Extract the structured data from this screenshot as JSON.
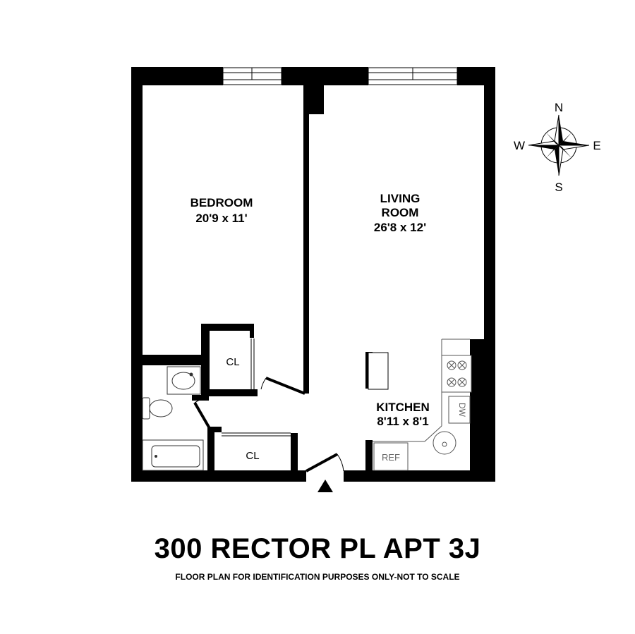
{
  "rooms": {
    "bedroom": {
      "name": "BEDROOM",
      "dims": "20'9 x 11'"
    },
    "living": {
      "name_line1": "LIVING",
      "name_line2": "ROOM",
      "dims": "26'8 x 12'"
    },
    "kitchen": {
      "name": "KITCHEN",
      "dims": "8'11 x 8'1"
    }
  },
  "closets": {
    "bedroom_closet": "CL",
    "hall_closet": "CL"
  },
  "fixtures": {
    "refrigerator": "REF",
    "dishwasher": "DW"
  },
  "compass": {
    "north": "N",
    "south": "S",
    "east": "E",
    "west": "W"
  },
  "title": "300 RECTOR PL APT 3J",
  "subtitle": "FLOOR PLAN FOR IDENTIFICATION PURPOSES ONLY-NOT TO SCALE"
}
